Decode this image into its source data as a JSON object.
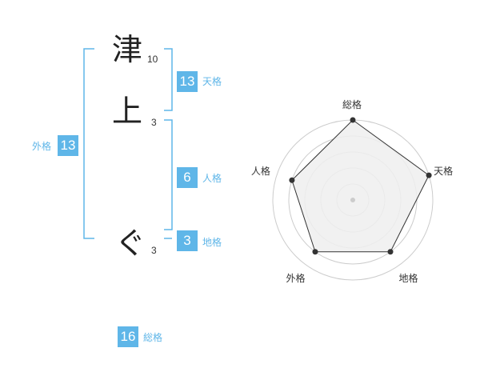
{
  "name": {
    "characters": [
      {
        "char": "津",
        "strokes": "10"
      },
      {
        "char": "上",
        "strokes": "3"
      },
      {
        "char": "ぐ",
        "strokes": "3"
      }
    ]
  },
  "fortune": {
    "tenkaku": {
      "value": "13",
      "label": "天格"
    },
    "jinkaku": {
      "value": "6",
      "label": "人格"
    },
    "chikaku": {
      "value": "3",
      "label": "地格"
    },
    "gaikaku": {
      "value": "13",
      "label": "外格"
    },
    "soukaku": {
      "value": "16",
      "label": "総格"
    }
  },
  "radar": {
    "axes": [
      "総格",
      "天格",
      "地格",
      "外格",
      "人格"
    ],
    "max": 5,
    "values": [
      5,
      5,
      4,
      4,
      4
    ],
    "colors": {
      "fill": "#efefef",
      "line": "#333333",
      "rings": "#cccccc",
      "dot": "#333333"
    }
  },
  "colors": {
    "accent": "#5fb6e8"
  }
}
